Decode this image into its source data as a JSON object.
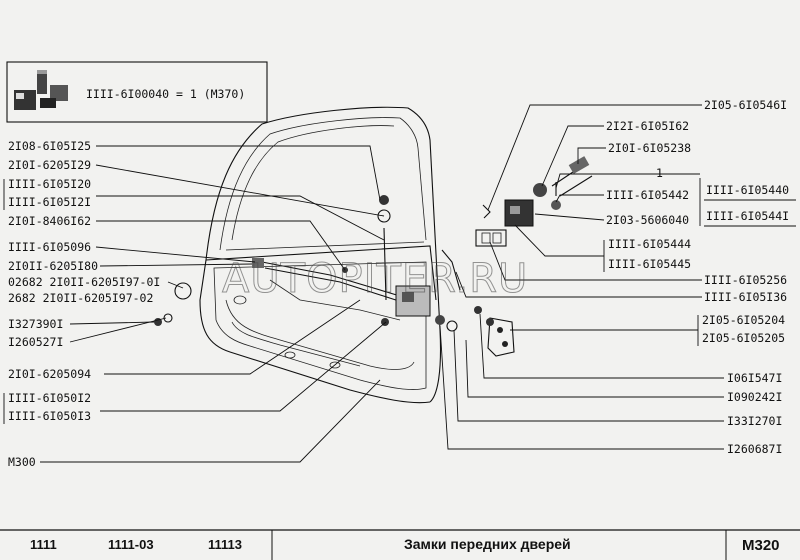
{
  "kit": {
    "text": "IIII-6I00040 = 1 (M370)"
  },
  "left_labels": [
    "2I08-6I05I25",
    "2I0I-6205I29",
    "IIII-6I05I20",
    "IIII-6I05I2I",
    "2I0I-8406I62",
    "IIII-6I05096",
    "2I0II-6205I80",
    "02682 2I0II-6205I97-0I",
    "2682 2I0II-6205I97-02",
    "I327390I",
    "I260527I",
    "2I0I-6205094",
    "IIII-6I050I2",
    "IIII-6I050I3",
    "M300"
  ],
  "right_labels": [
    "2I05-6I0546I",
    "2I2I-6I05I62",
    "2I0I-6I05238",
    "1",
    "IIII-6I05442",
    "2I03-5606040",
    "IIII-6I05440",
    "IIII-6I0544I",
    "IIII-6I05444",
    "IIII-6I05445",
    "IIII-6I05256",
    "IIII-6I05I36",
    "2I05-6I05204",
    "2I05-6I05205",
    "I06I547I",
    "I090242I",
    "I33I270I",
    "I260687I"
  ],
  "watermark": "AUTOPITER.RU",
  "footer": {
    "models": [
      "1111",
      "1111-03",
      "11113"
    ],
    "title": "Замки передних дверей",
    "page": "M320"
  }
}
